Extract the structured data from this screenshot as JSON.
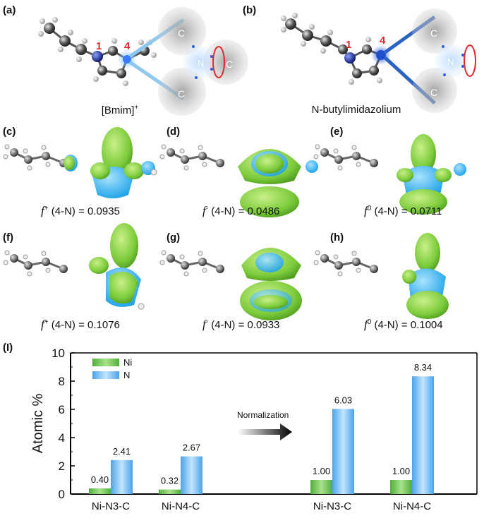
{
  "top_panels": [
    {
      "label": "(a)",
      "caption": "[Bmim]",
      "caption_sup": "+",
      "atom1": "1",
      "atom4": "4",
      "c_top": "C",
      "c_bottom": "C",
      "c_side": "C",
      "n_center": "N"
    },
    {
      "label": "(b)",
      "caption": "N-butylimidazolium",
      "caption_sup": "",
      "atom1": "1",
      "atom4": "4",
      "c_top": "C",
      "c_bottom": "C",
      "n_center": "N"
    }
  ],
  "fukui_panels": [
    {
      "label": "(c)",
      "f": "f",
      "sup": "+",
      "rest": " (4-N) = 0.0935"
    },
    {
      "label": "(d)",
      "f": "f",
      "sup": "-",
      "rest": " (4-N) = 0.0486"
    },
    {
      "label": "(e)",
      "f": "f",
      "sup": "0",
      "rest": " (4-N) = 0.0711"
    },
    {
      "label": "(f)",
      "f": "f",
      "sup": "+",
      "rest": " (4-N) = 0.1076"
    },
    {
      "label": "(g)",
      "f": "f",
      "sup": "-",
      "rest": " (4-N) = 0.0933"
    },
    {
      "label": "(h)",
      "f": "f",
      "sup": "0",
      "rest": " (4-N) = 0.1004"
    }
  ],
  "chart_label": "(I)",
  "arrow_label": "Normalization",
  "colors": {
    "ni": "#6cc24a",
    "n": "#6ab4ea",
    "red": "#e3262c",
    "carbon": "#888888"
  },
  "chart_data": {
    "type": "bar",
    "ylabel": "Atomic %",
    "ylim": [
      0,
      10
    ],
    "yticks": [
      "0",
      "2",
      "4",
      "6",
      "8",
      "10"
    ],
    "categories": [
      "Ni-N3-C",
      "Ni-N4-C",
      "Ni-N3-C",
      "Ni-N4-C"
    ],
    "series": [
      {
        "name": "Ni",
        "values": [
          0.4,
          0.32,
          1.0,
          1.0
        ],
        "labels": [
          "0.40",
          "0.32",
          "1.00",
          "1.00"
        ]
      },
      {
        "name": "N",
        "values": [
          2.41,
          2.67,
          6.03,
          8.34
        ],
        "labels": [
          "2.41",
          "2.67",
          "6.03",
          "8.34"
        ]
      }
    ]
  }
}
